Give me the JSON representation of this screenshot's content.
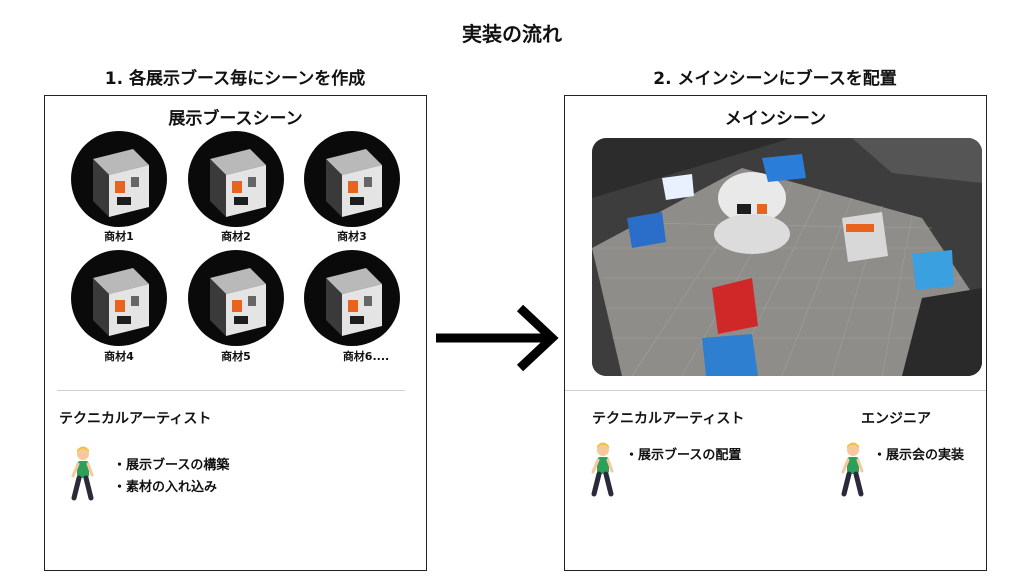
{
  "title": "実装の流れ",
  "step1": {
    "heading": "1. 各展示ブース毎にシーンを作成",
    "panel_title": "展示ブースシーン",
    "booths": [
      {
        "label": "商材1"
      },
      {
        "label": "商材2"
      },
      {
        "label": "商材3"
      },
      {
        "label": "商材4"
      },
      {
        "label": "商材5"
      },
      {
        "label": "商材6...."
      }
    ],
    "role": "テクニカルアーティスト",
    "tasks": [
      "・展示ブースの構築",
      "・素材の入れ込み"
    ]
  },
  "step2": {
    "heading": "2. メインシーンにブースを配置",
    "panel_title": "メインシーン",
    "role_left": "テクニカルアーティスト",
    "task_left": "・展示ブースの配置",
    "role_right": "エンジニア",
    "task_right": "・展示会の実装"
  },
  "colors": {
    "booth_orange": "#e8641e",
    "booth_dark": "#1e1e1e",
    "person_shirt": "#2e9e5b",
    "person_hair": "#f2c12e"
  },
  "icons": [
    "booth-thumbnail-icon",
    "arrow-right-icon",
    "walking-person-icon"
  ]
}
